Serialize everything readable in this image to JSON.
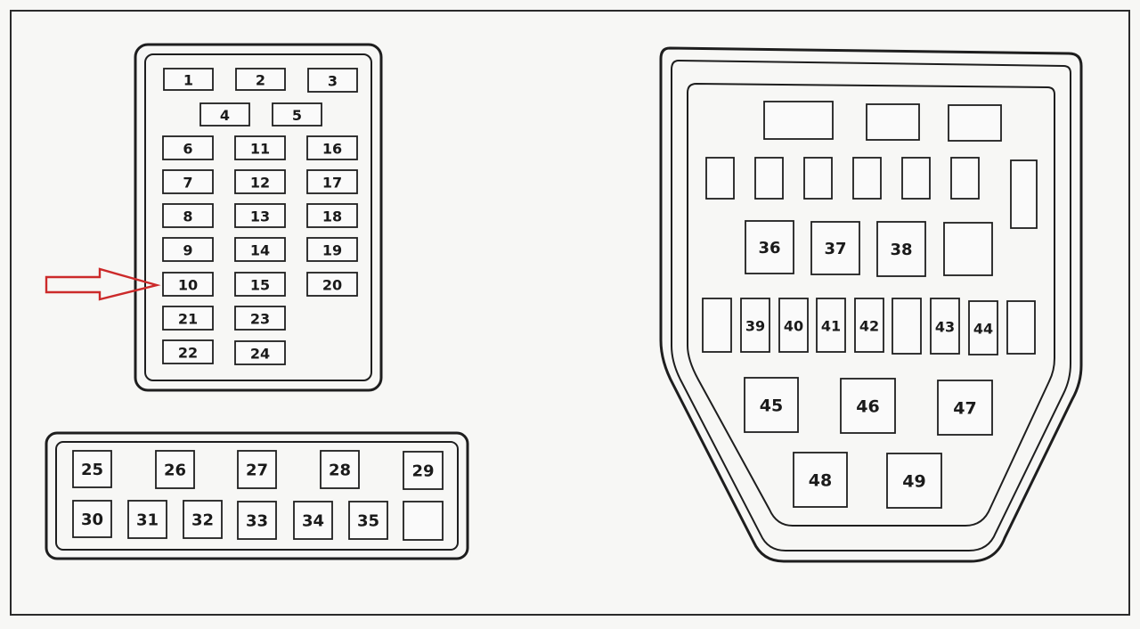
{
  "diagram": {
    "colors": {
      "line": "#1e1e1e",
      "arrow": "#cc2a2a",
      "background": "#f7f7f5"
    },
    "arrow_target": "10",
    "fuses": {
      "f1": "1",
      "f2": "2",
      "f3": "3",
      "f4": "4",
      "f5": "5",
      "f6": "6",
      "f7": "7",
      "f8": "8",
      "f9": "9",
      "f10": "10",
      "f11": "11",
      "f12": "12",
      "f13": "13",
      "f14": "14",
      "f15": "15",
      "f16": "16",
      "f17": "17",
      "f18": "18",
      "f19": "19",
      "f20": "20",
      "f21": "21",
      "f22": "22",
      "f23": "23",
      "f24": "24",
      "f25": "25",
      "f26": "26",
      "f27": "27",
      "f28": "28",
      "f29": "29",
      "f30": "30",
      "f31": "31",
      "f32": "32",
      "f33": "33",
      "f34": "34",
      "f35": "35",
      "f36": "36",
      "f37": "37",
      "f38": "38",
      "f39": "39",
      "f40": "40",
      "f41": "41",
      "f42": "42",
      "f43": "43",
      "f44": "44",
      "f45": "45",
      "f46": "46",
      "f47": "47",
      "f48": "48",
      "f49": "49"
    }
  }
}
